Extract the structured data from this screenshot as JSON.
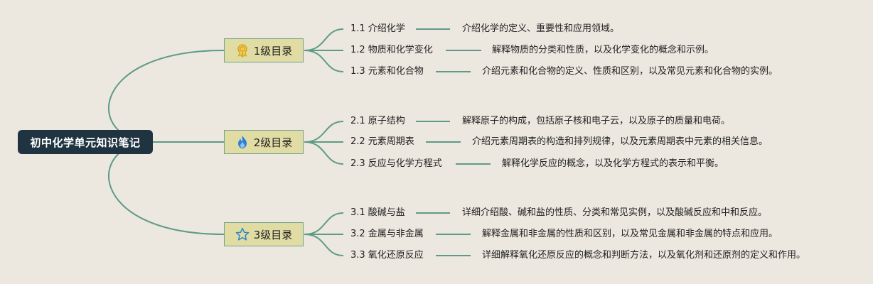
{
  "root": {
    "title": "初中化学单元知识笔记"
  },
  "branches": [
    {
      "label": "1级目录",
      "icon": "award-medal-icon",
      "items": [
        {
          "label": "1.1 介绍化学",
          "desc": "介绍化学的定义、重要性和应用领域。"
        },
        {
          "label": "1.2 物质和化学变化",
          "desc": "解释物质的分类和性质，以及化学变化的概念和示例。"
        },
        {
          "label": "1.3 元素和化合物",
          "desc": "介绍元素和化合物的定义、性质和区别，以及常见元素和化合物的实例。"
        }
      ]
    },
    {
      "label": "2级目录",
      "icon": "fire-icon",
      "items": [
        {
          "label": "2.1 原子结构",
          "desc": "解释原子的构成，包括原子核和电子云，以及原子的质量和电荷。"
        },
        {
          "label": "2.2 元素周期表",
          "desc": "介绍元素周期表的构造和排列规律，以及元素周期表中元素的相关信息。"
        },
        {
          "label": "2.3 反应与化学方程式",
          "desc": "解释化学反应的概念，以及化学方程式的表示和平衡。"
        }
      ]
    },
    {
      "label": "3级目录",
      "icon": "star-outline-icon",
      "items": [
        {
          "label": "3.1 酸碱与盐",
          "desc": "详细介绍酸、碱和盐的性质、分类和常见实例，以及酸碱反应和中和反应。"
        },
        {
          "label": "3.2 金属与非金属",
          "desc": "解释金属和非金属的性质和区别，以及常见金属和非金属的特点和应用。"
        },
        {
          "label": "3.3 氧化还原反应",
          "desc": "详细解释氧化还原反应的概念和判断方法，以及氧化剂和还原剂的定义和作用。"
        }
      ]
    }
  ],
  "colors": {
    "line": "#5e9b86",
    "root_bg": "#1f3340",
    "node_bg": "#e0dca4",
    "background": "#ece7df"
  }
}
